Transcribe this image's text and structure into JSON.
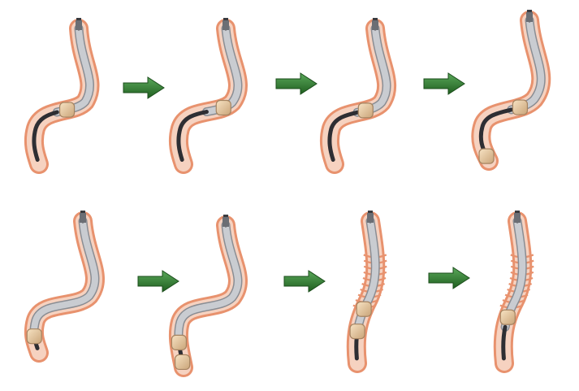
{
  "figure": {
    "rows": [
      {
        "steps": [
          {
            "stage": 1,
            "balloon_count": 1
          },
          {
            "stage": 2,
            "balloon_count": 1
          },
          {
            "stage": 3,
            "balloon_count": 1
          },
          {
            "stage": 4,
            "balloon_count": 2
          }
        ]
      },
      {
        "steps": [
          {
            "stage": 5,
            "balloon_count": 1
          },
          {
            "stage": 6,
            "balloon_count": 2
          },
          {
            "stage": 7,
            "balloon_count": 2
          },
          {
            "stage": 8,
            "balloon_count": 1
          }
        ]
      }
    ],
    "arrow_count": 6,
    "colors": {
      "bowel_wall": "#e8926e",
      "bowel_lumen": "#f6d2c0",
      "overtube": "#c9ccd1",
      "endoscope_tip": "#2e2e33",
      "balloon": "#e8c9a0",
      "arrow": "#2e7d2e"
    }
  }
}
